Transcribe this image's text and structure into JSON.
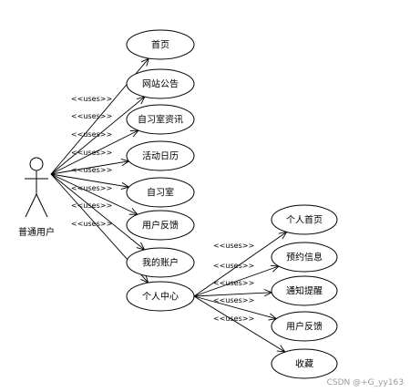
{
  "actor": {
    "label": "普通用户"
  },
  "stereotype": "<<uses>>",
  "primary_cases": [
    {
      "id": "home",
      "label": "首页"
    },
    {
      "id": "announce",
      "label": "网站公告"
    },
    {
      "id": "study-info",
      "label": "自习室资讯"
    },
    {
      "id": "calendar",
      "label": "活动日历"
    },
    {
      "id": "study-room",
      "label": "自习室"
    },
    {
      "id": "feedback",
      "label": "用户反馈"
    },
    {
      "id": "account",
      "label": "我的账户"
    },
    {
      "id": "personal",
      "label": "个人中心"
    }
  ],
  "personal_cases": [
    {
      "id": "p-home",
      "label": "个人首页"
    },
    {
      "id": "p-booking",
      "label": "预约信息"
    },
    {
      "id": "p-notify",
      "label": "通知提醒"
    },
    {
      "id": "p-feedback",
      "label": "用户反馈"
    },
    {
      "id": "p-favorite",
      "label": "收藏"
    }
  ],
  "watermark": "CSDN @+G_yy163"
}
